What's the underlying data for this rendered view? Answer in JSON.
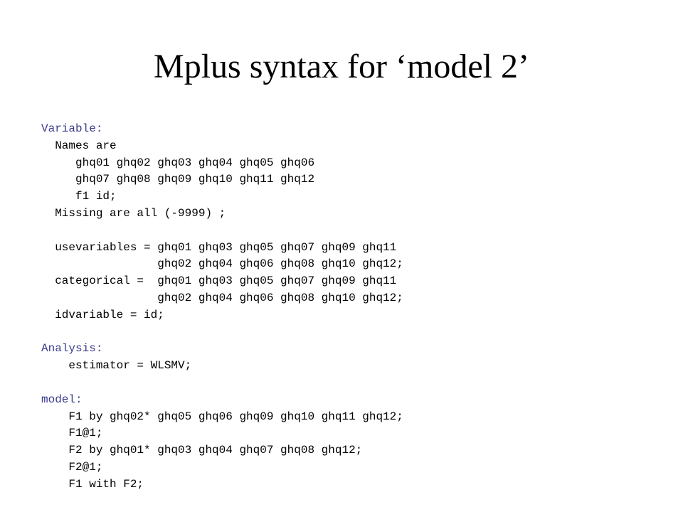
{
  "slide": {
    "title": "Mplus syntax for ‘model 2’"
  },
  "colors": {
    "section_heading": "#3b3b8e",
    "body_text": "#000000",
    "background": "#ffffff"
  },
  "code": {
    "lines": [
      {
        "text": "Variable:",
        "section": true
      },
      {
        "text": "  Names are",
        "section": false
      },
      {
        "text": "     ghq01 ghq02 ghq03 ghq04 ghq05 ghq06",
        "section": false
      },
      {
        "text": "     ghq07 ghq08 ghq09 ghq10 ghq11 ghq12",
        "section": false
      },
      {
        "text": "     f1 id;",
        "section": false
      },
      {
        "text": "  Missing are all (-9999) ;",
        "section": false
      },
      {
        "text": "",
        "section": false
      },
      {
        "text": "  usevariables = ghq01 ghq03 ghq05 ghq07 ghq09 ghq11",
        "section": false
      },
      {
        "text": "                 ghq02 ghq04 ghq06 ghq08 ghq10 ghq12;",
        "section": false
      },
      {
        "text": "  categorical =  ghq01 ghq03 ghq05 ghq07 ghq09 ghq11",
        "section": false
      },
      {
        "text": "                 ghq02 ghq04 ghq06 ghq08 ghq10 ghq12;",
        "section": false
      },
      {
        "text": "  idvariable = id;",
        "section": false
      },
      {
        "text": "",
        "section": false
      },
      {
        "text": "Analysis:",
        "section": true
      },
      {
        "text": "    estimator = WLSMV;",
        "section": false
      },
      {
        "text": "",
        "section": false
      },
      {
        "text": "model:",
        "section": true
      },
      {
        "text": "    F1 by ghq02* ghq05 ghq06 ghq09 ghq10 ghq11 ghq12;",
        "section": false
      },
      {
        "text": "    F1@1;",
        "section": false
      },
      {
        "text": "    F2 by ghq01* ghq03 ghq04 ghq07 ghq08 ghq12;",
        "section": false
      },
      {
        "text": "    F2@1;",
        "section": false
      },
      {
        "text": "    F1 with F2;",
        "section": false
      }
    ]
  }
}
